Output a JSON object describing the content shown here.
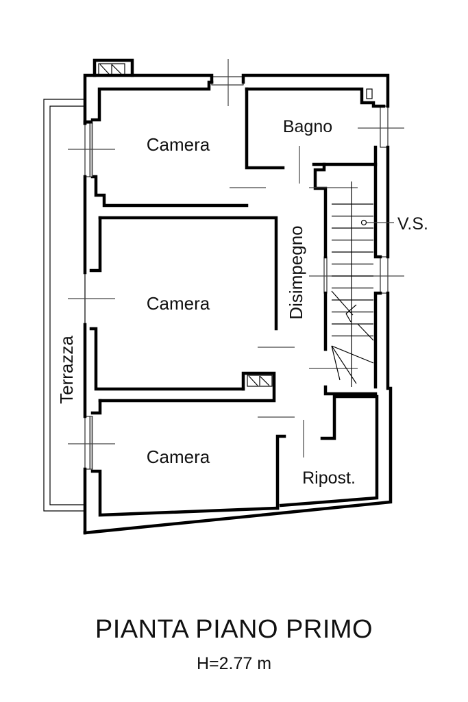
{
  "plan": {
    "title": "PIANTA PIANO PRIMO",
    "height_label": "H=2.77 m",
    "rooms": [
      {
        "id": "camera-top",
        "label": "Camera"
      },
      {
        "id": "camera-middle",
        "label": "Camera"
      },
      {
        "id": "camera-bottom",
        "label": "Camera"
      },
      {
        "id": "bagno",
        "label": "Bagno"
      },
      {
        "id": "disimpegno",
        "label": "Disimpegno"
      },
      {
        "id": "ripostiglio",
        "label": "Ripost."
      },
      {
        "id": "terrazza",
        "label": "Terrazza"
      }
    ],
    "annotations": {
      "vent": "V.S."
    },
    "colors": {
      "line": "#000000",
      "background": "#ffffff"
    }
  }
}
